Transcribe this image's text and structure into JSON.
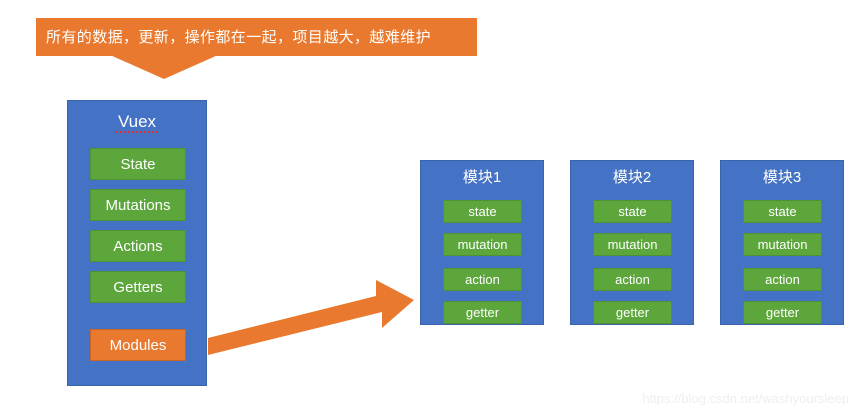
{
  "callout": {
    "text": "所有的数据，更新，操作都在一起，项目越大，越难维护",
    "bg_color": "#E8792E",
    "text_color": "#FFFFFF"
  },
  "vuex_panel": {
    "title": "Vuex",
    "title_underline_color": "#E03030",
    "bg_color": "#4472C4",
    "items": [
      {
        "label": "State",
        "color": "#5CA63C",
        "kind": "green"
      },
      {
        "label": "Mutations",
        "color": "#5CA63C",
        "kind": "green"
      },
      {
        "label": "Actions",
        "color": "#5CA63C",
        "kind": "green"
      },
      {
        "label": "Getters",
        "color": "#5CA63C",
        "kind": "green"
      },
      {
        "label": "Modules",
        "color": "#E8792E",
        "kind": "orange"
      }
    ]
  },
  "arrow": {
    "color": "#E8792E",
    "direction": "right"
  },
  "modules": [
    {
      "title": "模块1",
      "bg_color": "#4472C4",
      "items": [
        "state",
        "mutation",
        "action",
        "getter"
      ]
    },
    {
      "title": "模块2",
      "bg_color": "#4472C4",
      "items": [
        "state",
        "mutation",
        "action",
        "getter"
      ]
    },
    {
      "title": "模块3",
      "bg_color": "#4472C4",
      "items": [
        "state",
        "mutation",
        "action",
        "getter"
      ]
    }
  ],
  "watermark": {
    "text": "https://blog.csdn.net/washyoursleep"
  }
}
